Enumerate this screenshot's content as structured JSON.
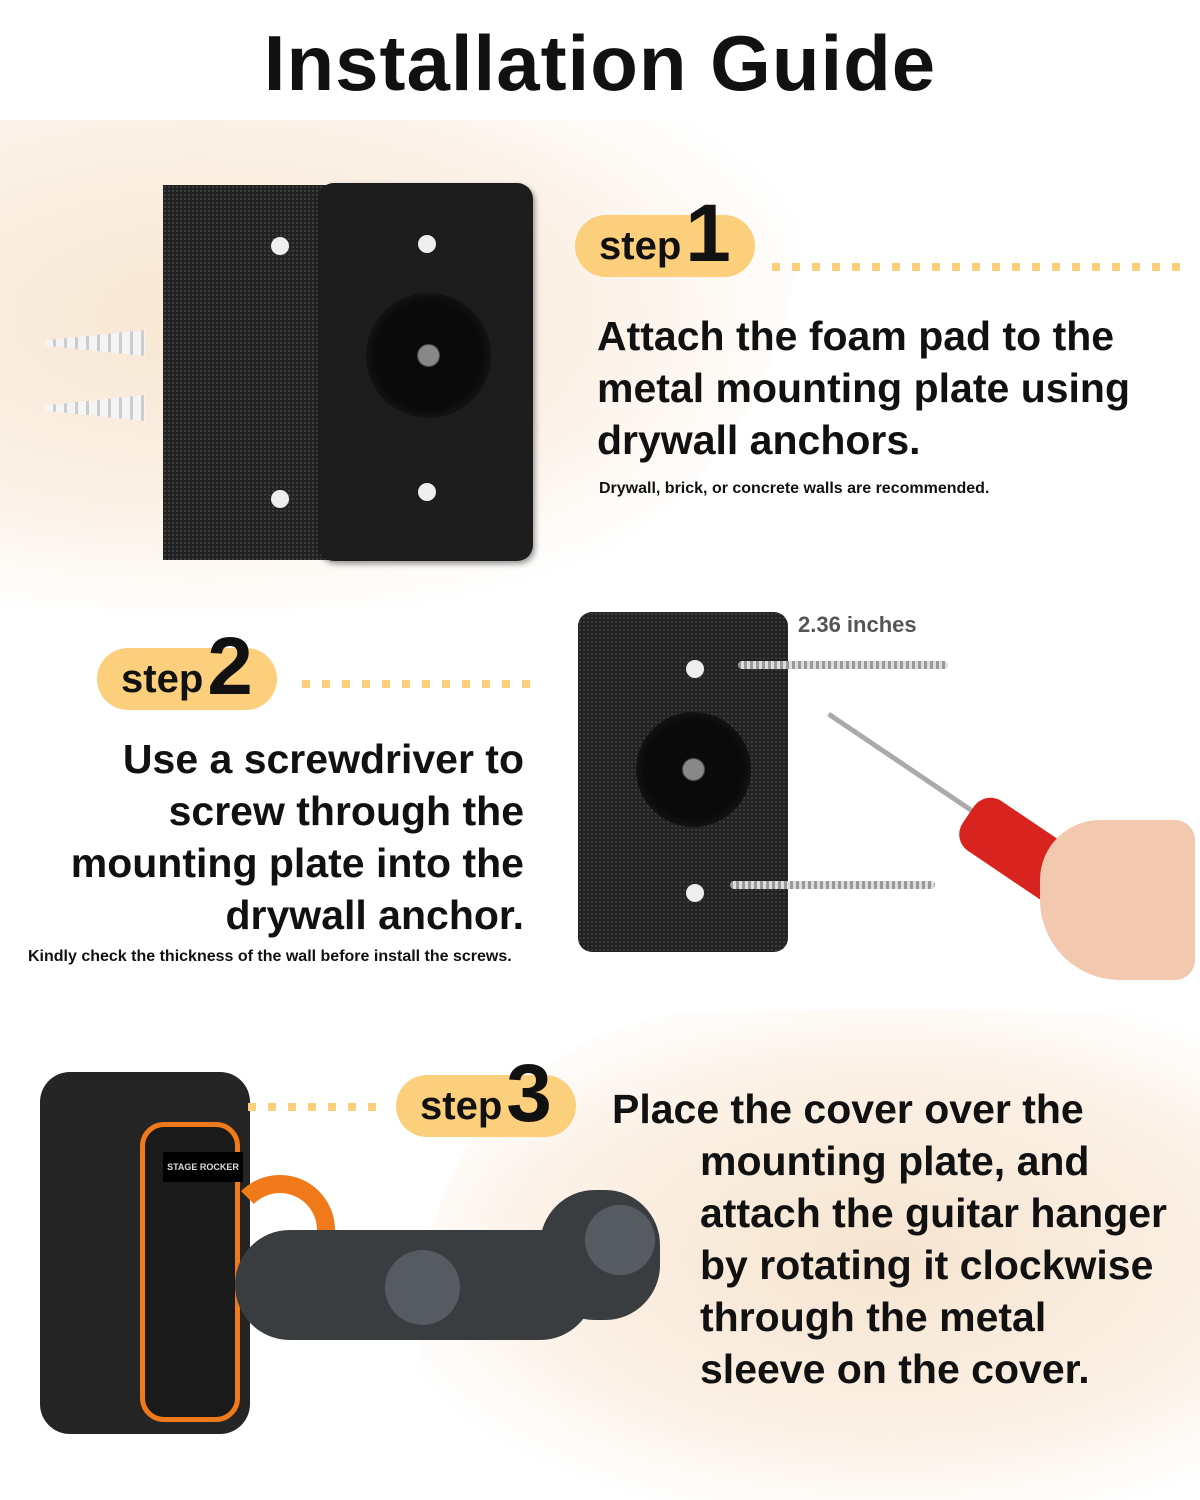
{
  "title": "Installation Guide",
  "logo_text": "STAGE ROCKER",
  "steps": [
    {
      "word": "step",
      "number": "1",
      "text": "Attach the foam pad to the metal mounting plate using drywall anchors.",
      "note": "Drywall, brick, or concrete walls are recommended."
    },
    {
      "word": "step",
      "number": "2",
      "text": "Use a screwdriver to screw through the mounting plate into the drywall anchor.",
      "note": "Kindly check the thickness of the wall before install the screws.",
      "measure": "2.36 inches"
    },
    {
      "word": "step",
      "number": "3",
      "text": "Place the cover over the mounting plate, and attach the guitar hanger by rotating it clockwise through the metal sleeve on the cover."
    }
  ],
  "colors": {
    "accent": "#fbcf7c",
    "orange": "#f07a1a"
  }
}
